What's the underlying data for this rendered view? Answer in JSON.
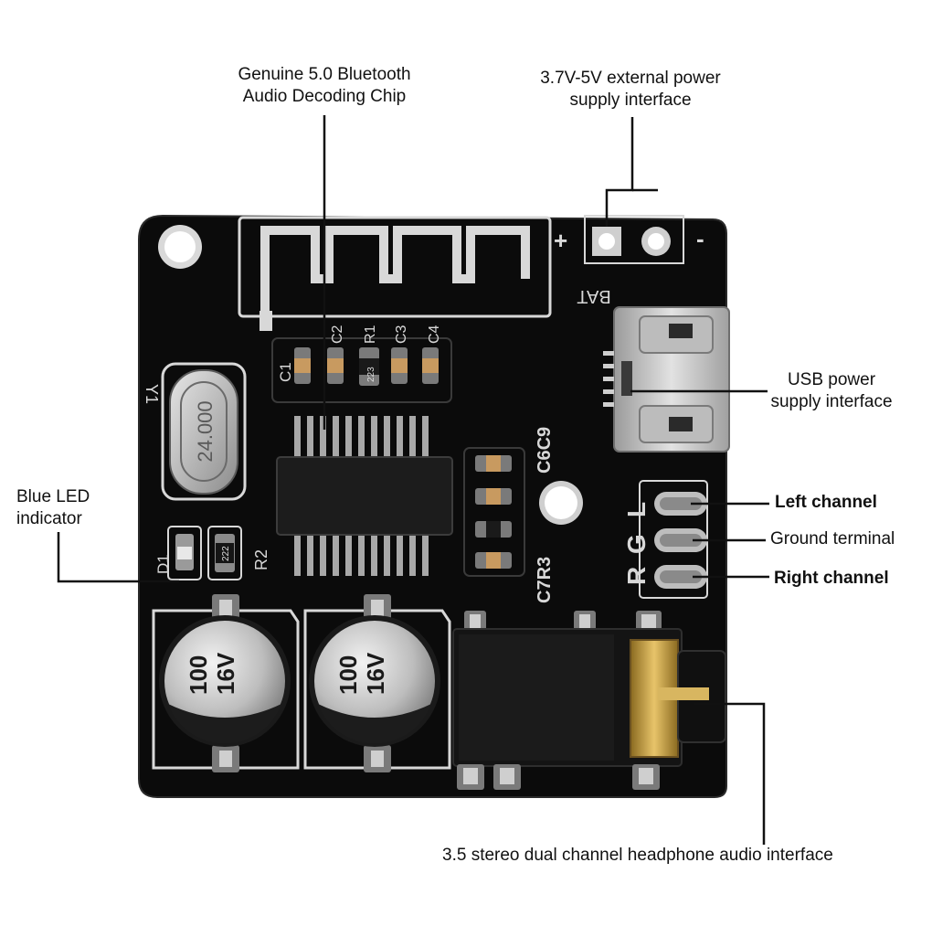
{
  "annotations": {
    "chip": [
      "Genuine 5.0 Bluetooth",
      "Audio Decoding Chip"
    ],
    "power": [
      "3.7V-5V external power",
      "supply interface"
    ],
    "usb": [
      "USB power",
      "supply interface"
    ],
    "led": [
      "Blue LED",
      "indicator"
    ],
    "left": "Left channel",
    "ground": "Ground terminal",
    "right": "Right channel",
    "jack": "3.5 stereo dual channel headphone audio interface"
  },
  "board": {
    "crystal": "24.000",
    "cap1": [
      "100",
      "16V"
    ],
    "cap2": [
      "100",
      "16V"
    ],
    "bat": "BAT",
    "plus": "+",
    "minus": "-",
    "pin_l": "L",
    "pin_g": "G",
    "pin_r": "R",
    "c1": "C1",
    "c2": "C2",
    "r1": "R1",
    "c3": "C3",
    "c4": "C4",
    "r1_code": "223",
    "y1": "Y1",
    "c6c9": "C6C9",
    "c7r3": "C7R3",
    "d1": "D1",
    "r2": "R2",
    "r2_code": "222"
  },
  "colors": {
    "pcb": "#0b0b0b",
    "silkscreen": "#d8d8d8",
    "gold": "#c9a24a",
    "solder": "#b8b8b8"
  }
}
